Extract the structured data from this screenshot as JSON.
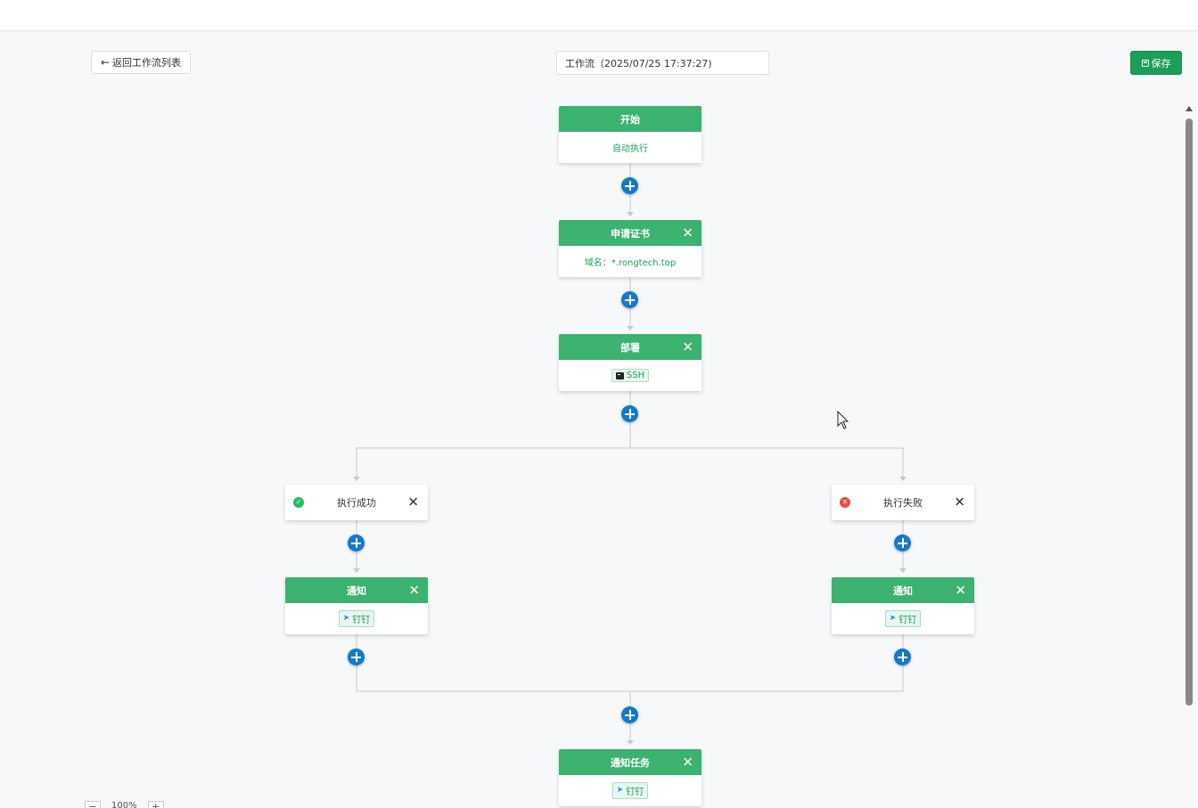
{
  "header": {
    "back_label": "返回工作流列表",
    "workflow_name": "工作流（2025/07/25 17:37:27)",
    "save_label": "保存"
  },
  "nodes": {
    "start": {
      "title": "开始",
      "body": "自动执行"
    },
    "apply": {
      "title": "申请证书",
      "body": "域名：*.rongtech.top"
    },
    "deploy": {
      "title": "部署",
      "tag": "SSH"
    },
    "success": {
      "title": "执行成功"
    },
    "fail": {
      "title": "执行失败"
    },
    "notify_left": {
      "title": "通知",
      "tag": "钉钉"
    },
    "notify_right": {
      "title": "通知",
      "tag": "钉钉"
    },
    "notify_task": {
      "title": "通知任务",
      "tag": "钉钉"
    }
  },
  "zoom": {
    "level": "100%",
    "minus": "−",
    "plus": "+"
  },
  "colors": {
    "node_header": "#3bb26f",
    "add_button": "#1479c7",
    "save_button": "#1a9e58",
    "success": "#1ec163",
    "failure": "#e84a4a"
  },
  "icons": {
    "back": "arrow-left-icon",
    "save": "save-icon",
    "add": "plus-icon",
    "close": "close-icon",
    "ssh": "terminal-icon",
    "dingtalk": "dingtalk-icon"
  }
}
